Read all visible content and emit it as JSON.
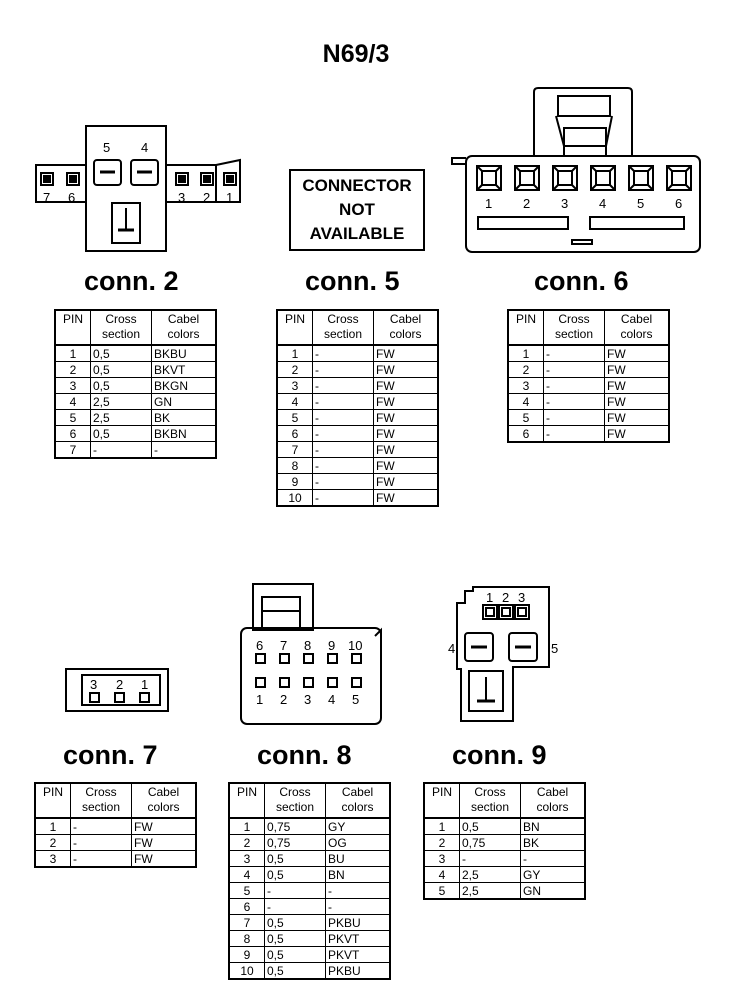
{
  "title": "N69/3",
  "header": {
    "pin": "PIN",
    "cross_line1": "Cross",
    "cross_line2": "section",
    "color_line1": "Cabel",
    "color_line2": "colors"
  },
  "not_available": {
    "line1": "CONNECTOR",
    "line2": "NOT",
    "line3": "AVAILABLE"
  },
  "connectors": {
    "c2": {
      "label": "conn. 2",
      "pin_numbers": [
        "7",
        "6",
        "5",
        "4",
        "3",
        "2",
        "1"
      ],
      "rows": [
        {
          "pin": "1",
          "cs": "0,5",
          "color": "BKBU"
        },
        {
          "pin": "2",
          "cs": "0,5",
          "color": "BKVT"
        },
        {
          "pin": "3",
          "cs": "0,5",
          "color": "BKGN"
        },
        {
          "pin": "4",
          "cs": "2,5",
          "color": "GN"
        },
        {
          "pin": "5",
          "cs": "2,5",
          "color": "BK"
        },
        {
          "pin": "6",
          "cs": "0,5",
          "color": "BKBN"
        },
        {
          "pin": "7",
          "cs": "-",
          "color": "-"
        }
      ]
    },
    "c5": {
      "label": "conn. 5",
      "rows": [
        {
          "pin": "1",
          "cs": "-",
          "color": "FW"
        },
        {
          "pin": "2",
          "cs": "-",
          "color": "FW"
        },
        {
          "pin": "3",
          "cs": "-",
          "color": "FW"
        },
        {
          "pin": "4",
          "cs": "-",
          "color": "FW"
        },
        {
          "pin": "5",
          "cs": "-",
          "color": "FW"
        },
        {
          "pin": "6",
          "cs": "-",
          "color": "FW"
        },
        {
          "pin": "7",
          "cs": "-",
          "color": "FW"
        },
        {
          "pin": "8",
          "cs": "-",
          "color": "FW"
        },
        {
          "pin": "9",
          "cs": "-",
          "color": "FW"
        },
        {
          "pin": "10",
          "cs": "-",
          "color": "FW"
        }
      ]
    },
    "c6": {
      "label": "conn. 6",
      "pin_numbers": [
        "1",
        "2",
        "3",
        "4",
        "5",
        "6"
      ],
      "rows": [
        {
          "pin": "1",
          "cs": "-",
          "color": "FW"
        },
        {
          "pin": "2",
          "cs": "-",
          "color": "FW"
        },
        {
          "pin": "3",
          "cs": "-",
          "color": "FW"
        },
        {
          "pin": "4",
          "cs": "-",
          "color": "FW"
        },
        {
          "pin": "5",
          "cs": "-",
          "color": "FW"
        },
        {
          "pin": "6",
          "cs": "-",
          "color": "FW"
        }
      ]
    },
    "c7": {
      "label": "conn. 7",
      "pin_numbers": [
        "3",
        "2",
        "1"
      ],
      "rows": [
        {
          "pin": "1",
          "cs": "-",
          "color": "FW"
        },
        {
          "pin": "2",
          "cs": "-",
          "color": "FW"
        },
        {
          "pin": "3",
          "cs": "-",
          "color": "FW"
        }
      ]
    },
    "c8": {
      "label": "conn. 8",
      "pin_numbers_top": [
        "6",
        "7",
        "8",
        "9",
        "10"
      ],
      "pin_numbers_bottom": [
        "1",
        "2",
        "3",
        "4",
        "5"
      ],
      "rows": [
        {
          "pin": "1",
          "cs": "0,75",
          "color": "GY"
        },
        {
          "pin": "2",
          "cs": "0,75",
          "color": "OG"
        },
        {
          "pin": "3",
          "cs": "0,5",
          "color": "BU"
        },
        {
          "pin": "4",
          "cs": "0,5",
          "color": "BN"
        },
        {
          "pin": "5",
          "cs": "-",
          "color": "-"
        },
        {
          "pin": "6",
          "cs": "-",
          "color": "-"
        },
        {
          "pin": "7",
          "cs": "0,5",
          "color": "PKBU"
        },
        {
          "pin": "8",
          "cs": "0,5",
          "color": "PKVT"
        },
        {
          "pin": "9",
          "cs": "0,5",
          "color": "PKVT"
        },
        {
          "pin": "10",
          "cs": "0,5",
          "color": "PKBU"
        }
      ]
    },
    "c9": {
      "label": "conn. 9",
      "pin_numbers": [
        "1",
        "2",
        "3",
        "4",
        "5"
      ],
      "rows": [
        {
          "pin": "1",
          "cs": "0,5",
          "color": "BN"
        },
        {
          "pin": "2",
          "cs": "0,75",
          "color": "BK"
        },
        {
          "pin": "3",
          "cs": "-",
          "color": "-"
        },
        {
          "pin": "4",
          "cs": "2,5",
          "color": "GY"
        },
        {
          "pin": "5",
          "cs": "2,5",
          "color": "GN"
        }
      ]
    }
  }
}
